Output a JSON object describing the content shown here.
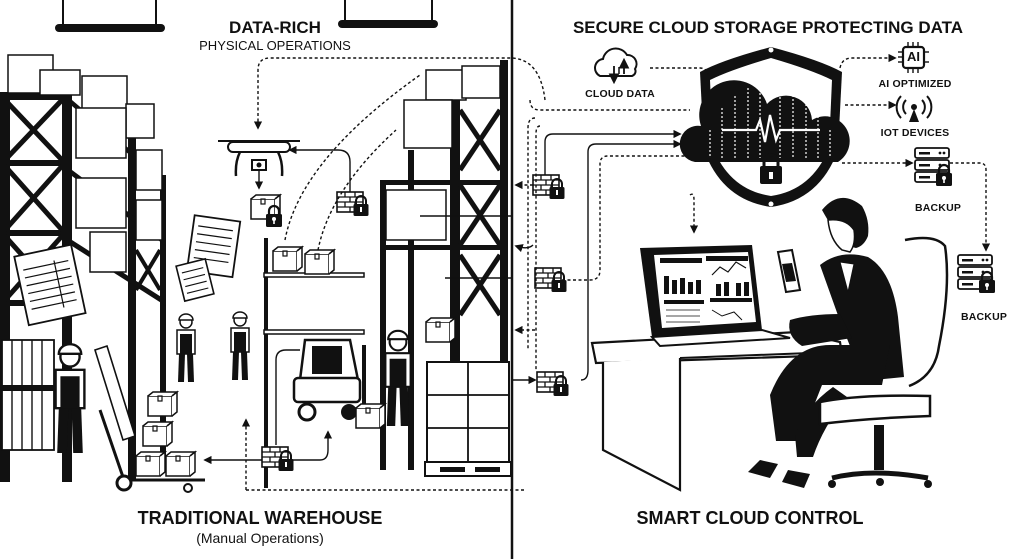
{
  "left_panel": {
    "header_title": "DATA-RICH",
    "header_subtitle": "PHYSICAL OPERATIONS",
    "footer_title": "TRADITIONAL WAREHOUSE",
    "footer_subtitle": "(Manual Operations)"
  },
  "right_panel": {
    "header_title": "SECURE CLOUD STORAGE PROTECTING DATA",
    "footer_title": "SMART CLOUD CONTROL",
    "nodes": [
      {
        "id": "cloud-data",
        "label": "CLOUD DATA",
        "icon": "cloud-sync-icon"
      },
      {
        "id": "ai-optimized",
        "label": "AI OPTIMIZED",
        "icon": "ai-chip-icon",
        "chip_text": "AI"
      },
      {
        "id": "iot-devices",
        "label": "IOT DEVICES",
        "icon": "wireless-antenna-icon"
      },
      {
        "id": "backup-1",
        "label": "BACKUP",
        "icon": "server-lock-icon"
      },
      {
        "id": "backup-2",
        "label": "BACKUP",
        "icon": "server-lock-icon"
      }
    ],
    "central_icon": "shield-cloud-lock-icon"
  },
  "colors": {
    "ink": "#111111",
    "paper": "#ffffff"
  }
}
